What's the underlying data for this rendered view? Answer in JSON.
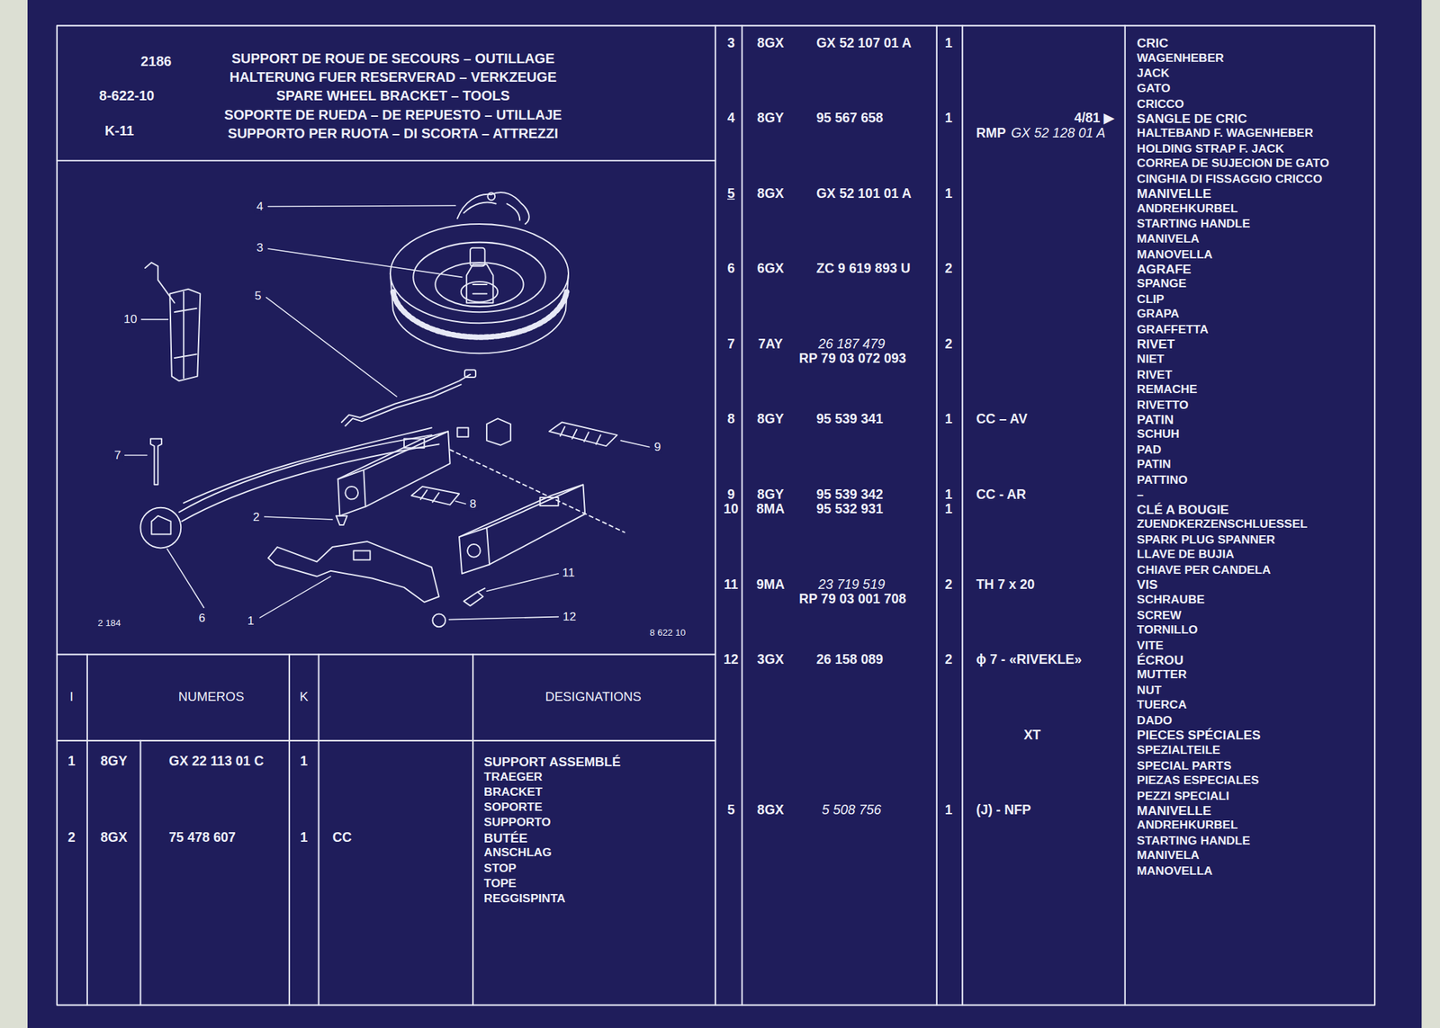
{
  "diagram": {
    "title": "SUPPORT DE ROUE DE SECOURS – OUTILLAGE",
    "labels": [
      "2186",
      "HALTERUNG FUER RESERVERAD – VERKZEUGE",
      "8-622-10",
      "SPARE WHEEL BRACKET – TOOLS",
      "SOPORTE DE RUEDA – DE REPUESTO – UTILLAJE",
      "K-11",
      "SUPPORTO PER RUOTA – DI SCORTA – ATTREZZI",
      "4",
      "3",
      "5",
      "10",
      "7",
      "9",
      "8",
      "2",
      "11",
      "12",
      "6",
      "1",
      "2 184",
      "8 622 10",
      "I",
      "NUMEROS",
      "K",
      "DESIGNATIONS",
      "1",
      "8GY",
      "GX 22 113 01 C",
      "1",
      "SUPPORT ASSEMBLÉ",
      "TRAEGER",
      "BRACKET",
      "SOPORTE",
      "SUPPORTO",
      "2",
      "8GX",
      "75 478 607",
      "1",
      "CC",
      "BUTÉE",
      "ANSCHLAG",
      "STOP",
      "TOPE",
      "REGGISPINTA",
      "3",
      "8GX",
      "GX 52 107 01 A",
      "1",
      "CRIC",
      "WAGENHEBER",
      "JACK",
      "GATO",
      "CRICCO",
      "4",
      "8GY",
      "95 567 658",
      "1",
      "4/81 ▶",
      "RMP",
      "GX 52 128 01 A",
      "SANGLE DE CRIC",
      "HALTEBAND F. WAGENHEBER",
      "HOLDING STRAP F. JACK",
      "CORREA DE SUJECION DE GATO",
      "CINGHIA DI FISSAGGIO CRICCO",
      "5",
      "8GX",
      "GX 52 101 01 A",
      "1",
      "MANIVELLE",
      "ANDREHKURBEL",
      "STARTING HANDLE",
      "MANIVELA",
      "MANOVELLA",
      "6",
      "6GX",
      "ZC 9 619 893 U",
      "2",
      "AGRAFE",
      "SPANGE",
      "CLIP",
      "GRAPA",
      "GRAFFETTA",
      "7",
      "7AY",
      "26 187 479",
      "RP 79 03 072 093",
      "2",
      "RIVET",
      "NIET",
      "RIVET",
      "REMACHE",
      "RIVETTO",
      "8",
      "8GY",
      "95 539 341",
      "1",
      "CC – AV",
      "PATIN",
      "SCHUH",
      "PAD",
      "PATIN",
      "PATTINO",
      "9",
      "8GY",
      "95 539 342",
      "1",
      "CC - AR",
      "–",
      "10",
      "8MA",
      "95 532 931",
      "1",
      "CLÉ A BOUGIE",
      "ZUENDKERZENSCHLUESSEL",
      "SPARK PLUG SPANNER",
      "LLAVE DE BUJIA",
      "CHIAVE PER CANDELA",
      "11",
      "9MA",
      "23 719 519",
      "RP 79 03 001 708",
      "2",
      "TH 7 x 20",
      "VIS",
      "SCHRAUBE",
      "SCREW",
      "TORNILLO",
      "VITE",
      "12",
      "3GX",
      "26 158 089",
      "2",
      "ϕ 7 - «RIVEKLE»",
      "ÉCROU",
      "MUTTER",
      "NUT",
      "TUERCA",
      "DADO",
      "XT",
      "PIECES SPÉCIALES",
      "SPEZIALTEILE",
      "SPECIAL PARTS",
      "PIEZAS ESPECIALES",
      "PEZZI SPECIALI",
      "5",
      "8GX",
      "5 508 756",
      "1",
      "(J) - NFP",
      "MANIVELLE",
      "ANDREHKURBEL",
      "STARTING HANDLE",
      "MANIVELA",
      "MANOVELLA"
    ]
  }
}
